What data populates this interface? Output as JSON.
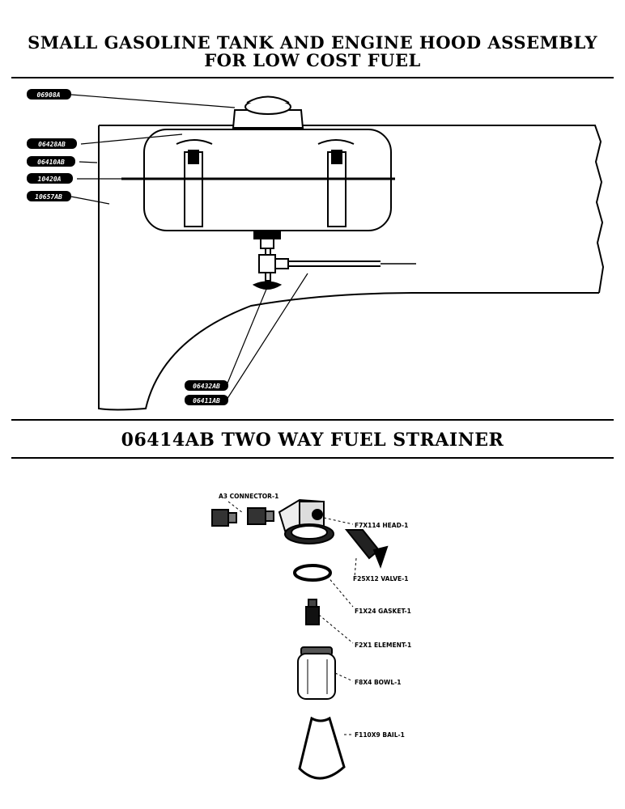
{
  "titles": {
    "top_line1": "SMALL GASOLINE TANK AND ENGINE HOOD ASSEMBLY",
    "top_line2": "FOR LOW COST FUEL",
    "strainer": "06414AB TWO WAY FUEL STRAINER"
  },
  "tank_callouts": [
    "06908A",
    "06428AB",
    "06410AB",
    "10420A",
    "10657AB",
    "06432AB",
    "06411AB"
  ],
  "strainer_parts": {
    "connector": "A3 CONNECTOR-1",
    "head": "F7X114 HEAD-1",
    "valve": "F25X12 VALVE-1",
    "gasket": "F1X24 GASKET-1",
    "element": "F2X1 ELEMENT-1",
    "bowl": "F8X4 BOWL-1",
    "bail": "F110X9 BAIL-1"
  }
}
